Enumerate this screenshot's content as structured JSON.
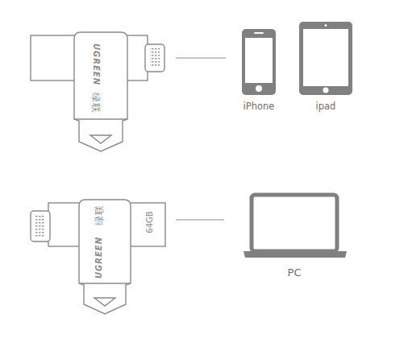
{
  "diagram": {
    "nodes": [
      {
        "text": [
          "UGREEN",
          "绿联"
        ]
      },
      {
        "text": [
          "iPhone"
        ]
      },
      {
        "text": [
          "ipad"
        ]
      },
      {
        "text": [
          "UGREEN",
          "绿联",
          "64GB"
        ]
      },
      {
        "text": [
          "PC"
        ]
      }
    ],
    "edges": [
      {
        "from": 0,
        "to": 1,
        "arrow": "none"
      },
      {
        "from": 3,
        "to": 4,
        "arrow": "none"
      }
    ]
  }
}
